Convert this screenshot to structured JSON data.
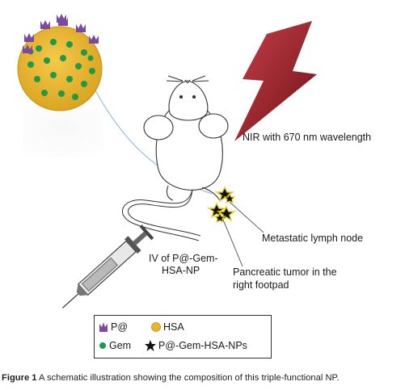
{
  "labels": {
    "nir": "NIR with 670 nm wavelength",
    "lymph_node": "Metastatic lymph node",
    "iv_line1": "IV of P@-Gem-",
    "iv_line2": "HSA-NP",
    "tumor_line1": "Pancreatic tumor in the",
    "tumor_line2": "right footpad"
  },
  "legend": {
    "p_label": "P@",
    "hsa_label": "HSA",
    "gem_label": "Gem",
    "np_label": "P@-Gem-HSA-NPs"
  },
  "caption": {
    "figure": "Figure 1",
    "text": "A schematic illustration showing the composition of this triple-functional NP."
  },
  "colors": {
    "purple": "#7b4aa0",
    "hsa_gold": "#e9b42a",
    "gem_green": "#1f9a4a",
    "nir_red": "#9c1f26"
  }
}
